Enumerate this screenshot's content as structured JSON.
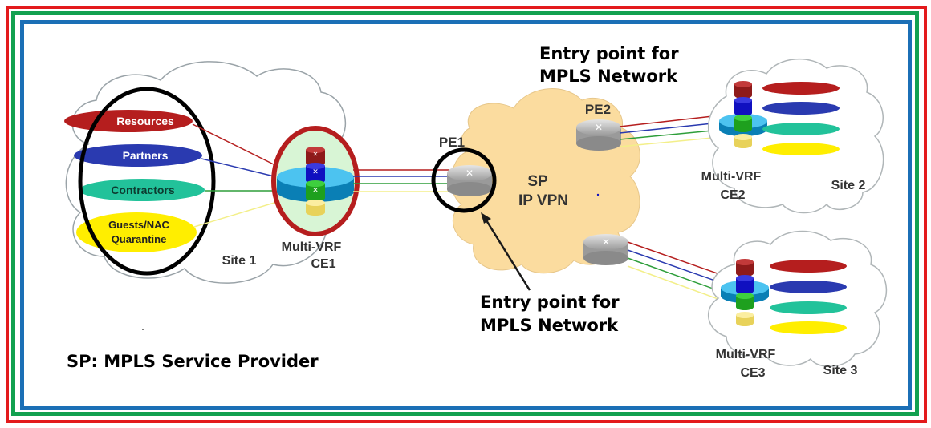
{
  "colors": {
    "frame_outer": "#e31a1c",
    "frame_middle": "#12a150",
    "frame_inner": "#1b6fb6",
    "vrf_red": "#b51e1e",
    "vrf_blue": "#2a3ab0",
    "vrf_green": "#22c29a",
    "vrf_yellow": "#ffee00",
    "sp_cloud": "#fbdc9f",
    "ce1_highlight": "#b51e1e"
  },
  "site1": {
    "label": "Site 1",
    "vrfs": [
      {
        "label": "Resources",
        "color": "red"
      },
      {
        "label": "Partners",
        "color": "blue"
      },
      {
        "label": "Contractors",
        "color": "green"
      },
      {
        "label_line1": "Guests/NAC",
        "label_line2": "Quarantine",
        "color": "yellow"
      }
    ],
    "ce": {
      "line1": "Multi-VRF",
      "line2": "CE1"
    }
  },
  "sp": {
    "line1": "SP",
    "line2": "IP VPN",
    "pe1": "PE1",
    "pe2": "PE2"
  },
  "site2": {
    "label": "Site 2",
    "ce": {
      "line1": "Multi-VRF",
      "line2": "CE2"
    }
  },
  "site3": {
    "label": "Site 3",
    "ce": {
      "line1": "Multi-VRF",
      "line2": "CE3"
    }
  },
  "annotations": {
    "entry_top": {
      "line1": "Entry point for",
      "line2": "MPLS Network"
    },
    "entry_bottom": {
      "line1": "Entry point for",
      "line2": "MPLS Network"
    },
    "legend": "SP: MPLS Service Provider"
  }
}
